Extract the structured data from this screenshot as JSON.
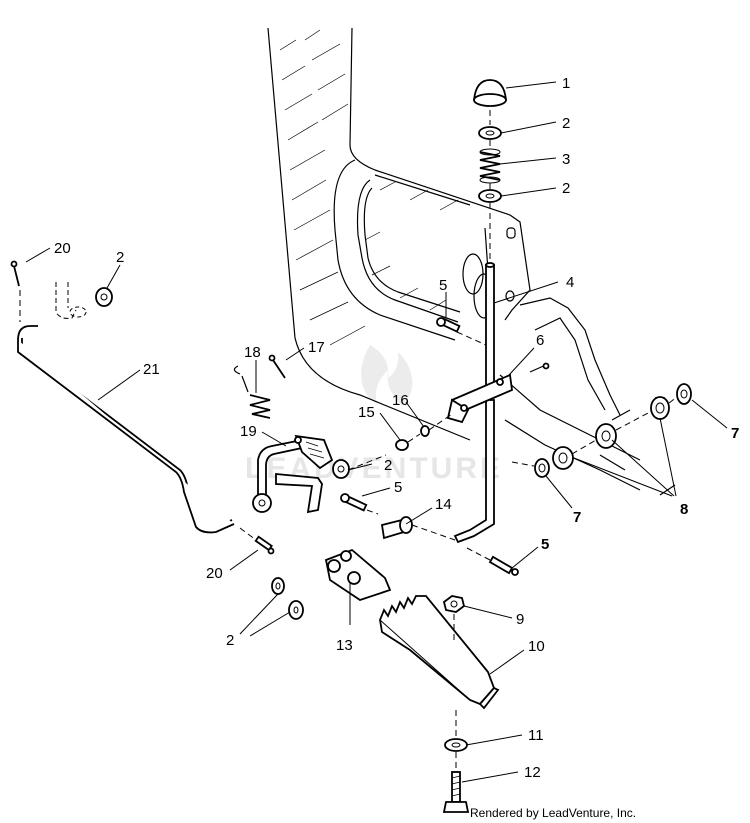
{
  "callouts": [
    {
      "id": "c1",
      "text": "1"
    },
    {
      "id": "c2a",
      "text": "2"
    },
    {
      "id": "c3",
      "text": "3"
    },
    {
      "id": "c2b",
      "text": "2"
    },
    {
      "id": "c4",
      "text": "4"
    },
    {
      "id": "c20a",
      "text": "20"
    },
    {
      "id": "c2c",
      "text": "2"
    },
    {
      "id": "c5a",
      "text": "5"
    },
    {
      "id": "c6",
      "text": "6"
    },
    {
      "id": "c18",
      "text": "18"
    },
    {
      "id": "c17",
      "text": "17"
    },
    {
      "id": "c21",
      "text": "21"
    },
    {
      "id": "c16",
      "text": "16"
    },
    {
      "id": "c15",
      "text": "15"
    },
    {
      "id": "c7a",
      "text": "7"
    },
    {
      "id": "c19",
      "text": "19"
    },
    {
      "id": "c2d",
      "text": "2"
    },
    {
      "id": "c5b",
      "text": "5"
    },
    {
      "id": "c7b",
      "text": "7"
    },
    {
      "id": "c8",
      "text": "8"
    },
    {
      "id": "c14",
      "text": "14"
    },
    {
      "id": "c5c",
      "text": "5"
    },
    {
      "id": "c20b",
      "text": "20"
    },
    {
      "id": "c9",
      "text": "9"
    },
    {
      "id": "c2e",
      "text": "2"
    },
    {
      "id": "c13",
      "text": "13"
    },
    {
      "id": "c10",
      "text": "10"
    },
    {
      "id": "c11",
      "text": "11"
    },
    {
      "id": "c12",
      "text": "12"
    }
  ],
  "watermark": "LEADVENTURE",
  "credit": "Rendered by LeadVenture, Inc."
}
